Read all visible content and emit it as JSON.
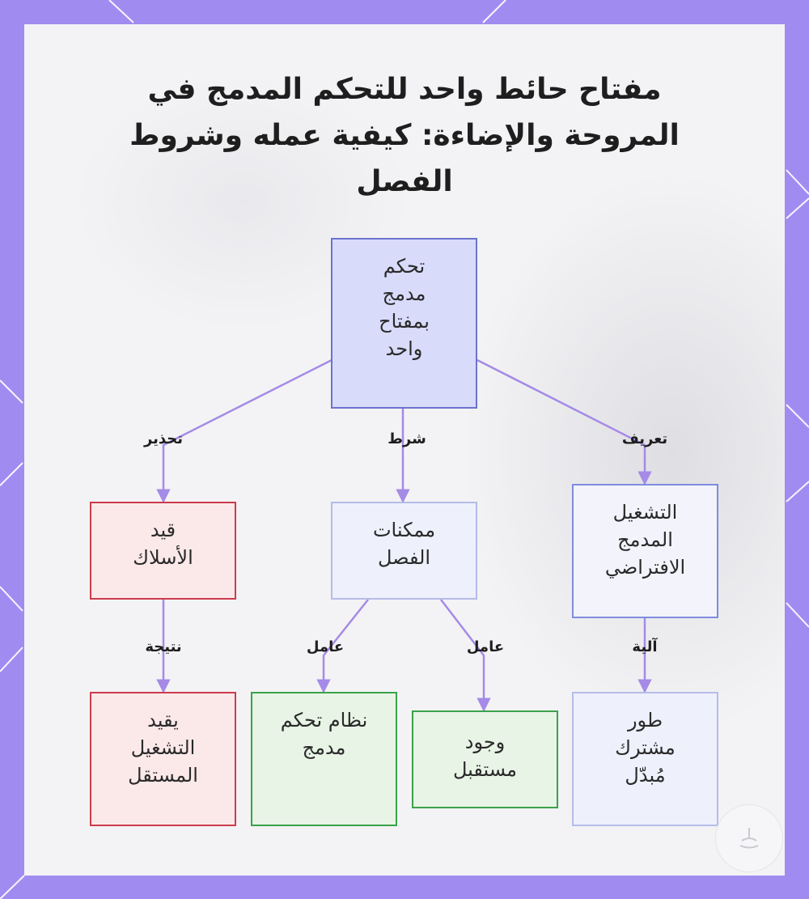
{
  "title": "مفتاح حائط واحد للتحكم المدمج في المروحة والإضاءة: كيفية عمله وشروط الفصل",
  "nodes": {
    "root": "تحكم\nمدمج\nبمفتاح\nواحد",
    "wire_limit": "قيد\nالأسلاك",
    "separation": "ممكنات\nالفصل",
    "default_operation": "التشغيل\nالمدمج\nالافتراضي",
    "independent_limit": "يقيد\nالتشغيل\nالمستقل",
    "integrated_system": "نظام تحكم\nمدمج",
    "receiver": "وجود\nمستقبل",
    "shared_phase": "طور\nمشترك\nمُبدّل"
  },
  "edge_labels": {
    "warning": "تحذير",
    "condition": "شرط",
    "definition": "تعريف",
    "result": "نتيجة",
    "factor_1": "عامل",
    "factor_2": "عامل",
    "mechanism": "آلية"
  },
  "colors": {
    "frame": "#a08cf0",
    "edge": "#a58ae6",
    "root_fill": "#d9dbfb",
    "warning_border": "#cc3c4c",
    "factor_border": "#3aa24a"
  }
}
